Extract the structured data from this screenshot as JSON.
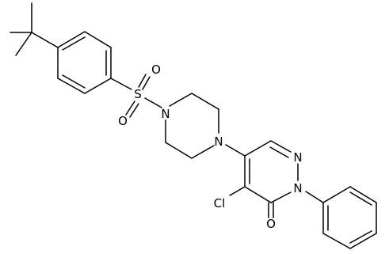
{
  "molecule": {
    "atoms": {
      "sulfur": "S",
      "sulfonyl_oxygen_top": "O",
      "sulfonyl_oxygen_bottom": "O",
      "piperazine_n1": "N",
      "piperazine_n4": "N",
      "pyridazine_n1": "N",
      "pyridazine_n2": "N",
      "chlorine": "Cl",
      "carbonyl_oxygen": "O"
    },
    "colors": {
      "bond": "#000000",
      "label": "#000000",
      "background": "#ffffff"
    }
  }
}
